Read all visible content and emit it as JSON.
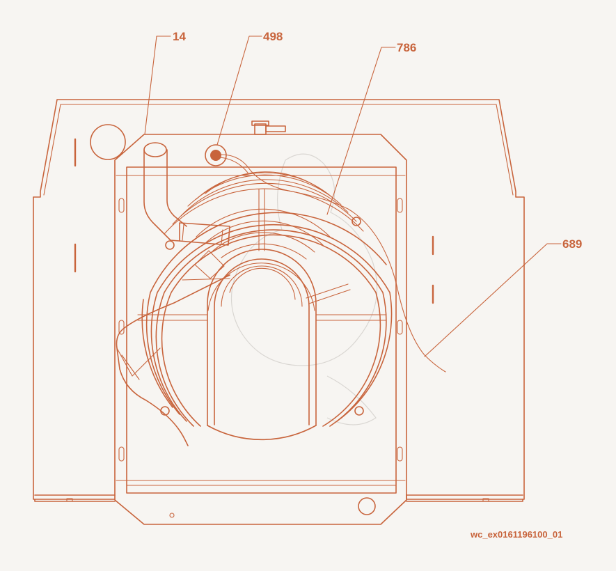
{
  "colors": {
    "line": "#c8643c",
    "background": "#f7f5f2",
    "watermark": "#d9d6d2"
  },
  "callouts": {
    "c14": "14",
    "c498": "498",
    "c786": "786",
    "c689": "689"
  },
  "drawing_reference": "wc_ex0161196100_01"
}
